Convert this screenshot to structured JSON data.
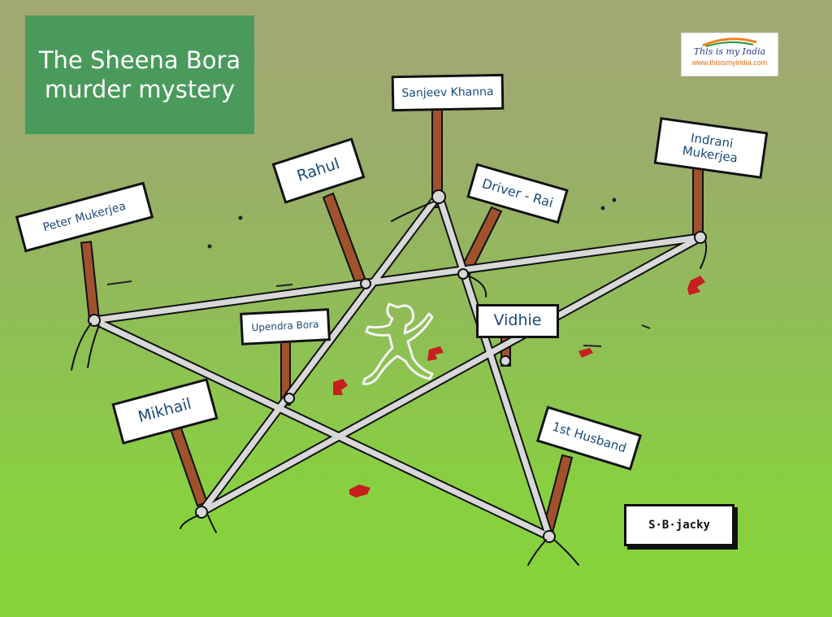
{
  "title": {
    "line1": "The Sheena Bora",
    "line2": "murder mystery"
  },
  "logo": {
    "line1": "This is my India",
    "line2": "www.thisismyindia.com"
  },
  "signature": "S·B·jacky",
  "signs": {
    "sanjeev": "Sanjeev Khanna",
    "indrani_1": "Indrani",
    "indrani_2": "Mukerjea",
    "rahul": "Rahul",
    "driver": "Driver - Rai",
    "peter": "Peter Mukerjea",
    "upendra": "Upendra Bora",
    "vidhie": "Vidhie",
    "mikhail": "Mikhail",
    "husband": "1st Husband"
  },
  "colors": {
    "title_bg": "#4a9a5c",
    "sign_text": "#1a4a7a",
    "stick": "#a0522d",
    "rope": "#d8d8d8",
    "blood": "#c81e1e"
  }
}
